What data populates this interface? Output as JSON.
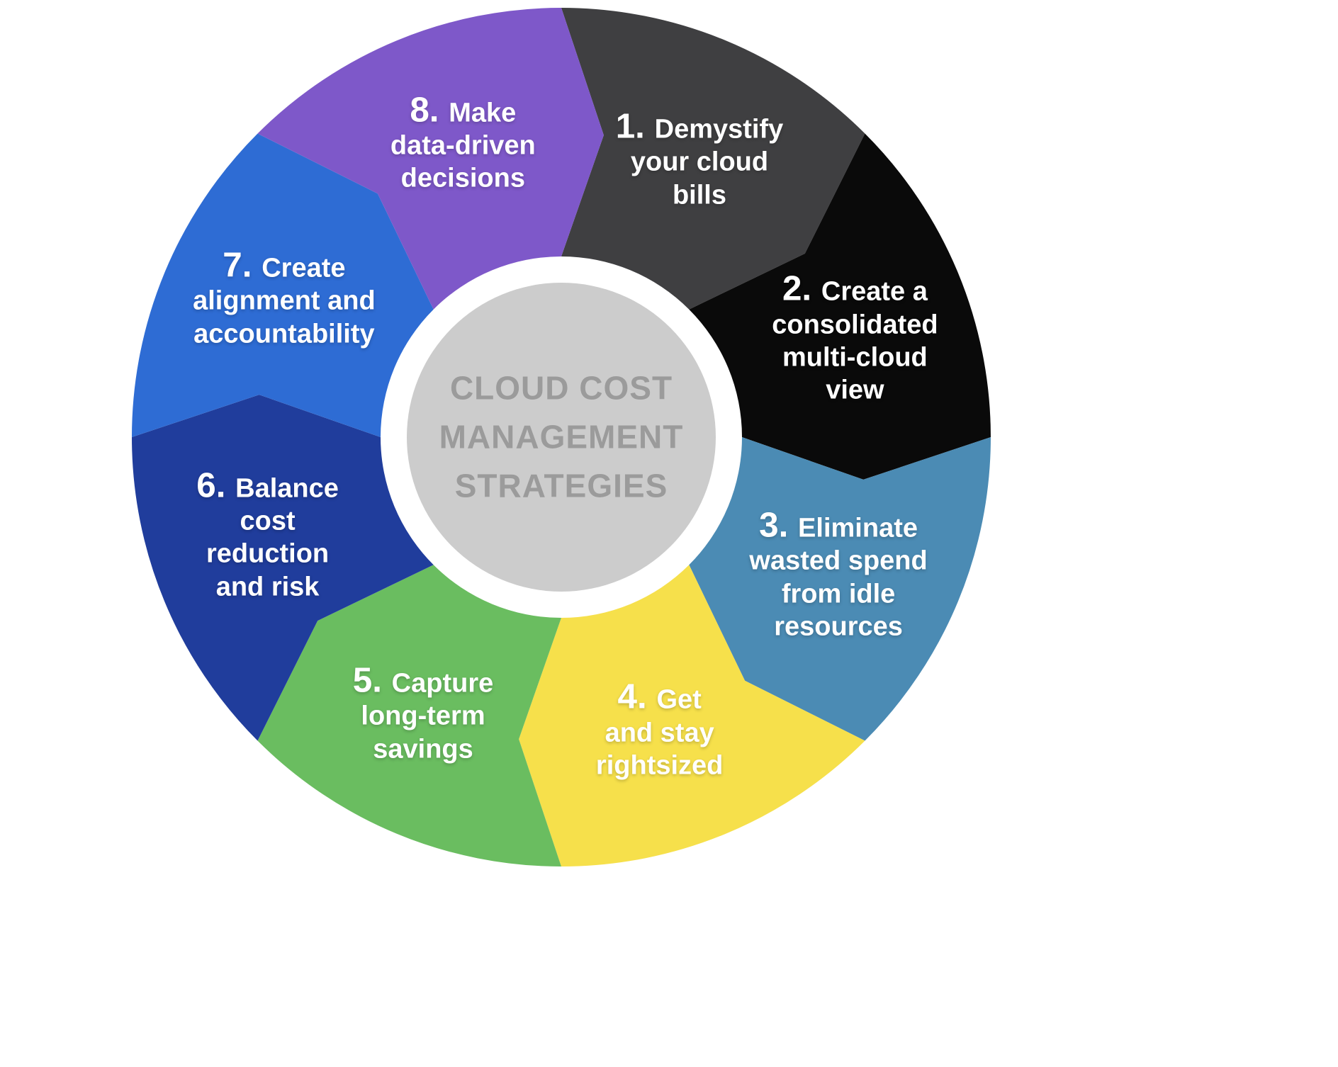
{
  "background": "#ffffff",
  "center": {
    "title": "CLOUD COST MANAGEMENT STRATEGIES",
    "title_lines": [
      "CLOUD COST",
      "MANAGEMENT",
      "STRATEGIES"
    ],
    "circle_color": "#cccccc",
    "text_color": "#9b9b9b"
  },
  "diagram": {
    "type": "cycle-wheel",
    "direction": "clockwise",
    "segment_count": 8,
    "segments": [
      {
        "number": "1",
        "label": "Demystify your cloud bills",
        "lines": [
          "1. Demystify",
          "your cloud",
          "bills"
        ],
        "color": "#3f3f41",
        "text_color": "#ffffff"
      },
      {
        "number": "2",
        "label": "Create a consolidated multi-cloud view",
        "lines": [
          "2. Create a",
          "consolidated",
          "multi-cloud",
          "view"
        ],
        "color": "#0a0a0a",
        "text_color": "#ffffff"
      },
      {
        "number": "3",
        "label": "Eliminate wasted spend from idle resources",
        "lines": [
          "3. Eliminate",
          "wasted spend",
          "from idle",
          "resources"
        ],
        "color": "#4b8bb4",
        "text_color": "#ffffff"
      },
      {
        "number": "4",
        "label": "Get and stay rightsized",
        "lines": [
          "4. Get",
          "and stay",
          "rightsized"
        ],
        "color": "#f6e04b",
        "text_color": "#ffffff"
      },
      {
        "number": "5",
        "label": "Capture long-term savings",
        "lines": [
          "5. Capture",
          "long-term",
          "savings"
        ],
        "color": "#6abd60",
        "text_color": "#ffffff"
      },
      {
        "number": "6",
        "label": "Balance cost reduction and risk",
        "lines": [
          "6. Balance",
          "cost",
          "reduction",
          "and risk"
        ],
        "color": "#203d9c",
        "text_color": "#ffffff"
      },
      {
        "number": "7",
        "label": "Create alignment and accountability",
        "lines": [
          "7. Create",
          "alignment and",
          "accountability"
        ],
        "color": "#2e6cd4",
        "text_color": "#ffffff"
      },
      {
        "number": "8",
        "label": "Make data-driven decisions",
        "lines": [
          "8. Make",
          "data-driven",
          "decisions"
        ],
        "color": "#7e58c9",
        "text_color": "#ffffff"
      }
    ]
  }
}
